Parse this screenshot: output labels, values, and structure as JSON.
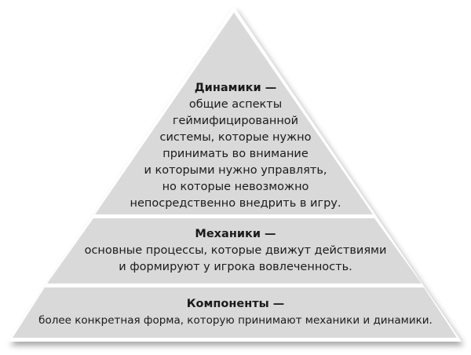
{
  "diagram": {
    "type": "pyramid",
    "colors": {
      "tier_fill": "#d9d9d9",
      "separator": "#ffffff",
      "text": "#1a1a1a",
      "shadow": "#bfbfbf"
    },
    "tiers": [
      {
        "position": "top",
        "title": "Динамики —",
        "lines": [
          "общие аспекты",
          "геймифицированной",
          "системы, которые нужно",
          "принимать во внимание",
          "и которыми нужно управлять,",
          "но которые невозможно",
          "непосредственно внедрить в игру."
        ]
      },
      {
        "position": "middle",
        "title": "Механики —",
        "lines": [
          "основные процессы, которые движут действиями",
          "и формируют у игрока вовлеченность."
        ]
      },
      {
        "position": "bottom",
        "title": "Компоненты —",
        "lines": [
          "более конкретная форма, которую принимают механики и динамики."
        ]
      }
    ]
  }
}
